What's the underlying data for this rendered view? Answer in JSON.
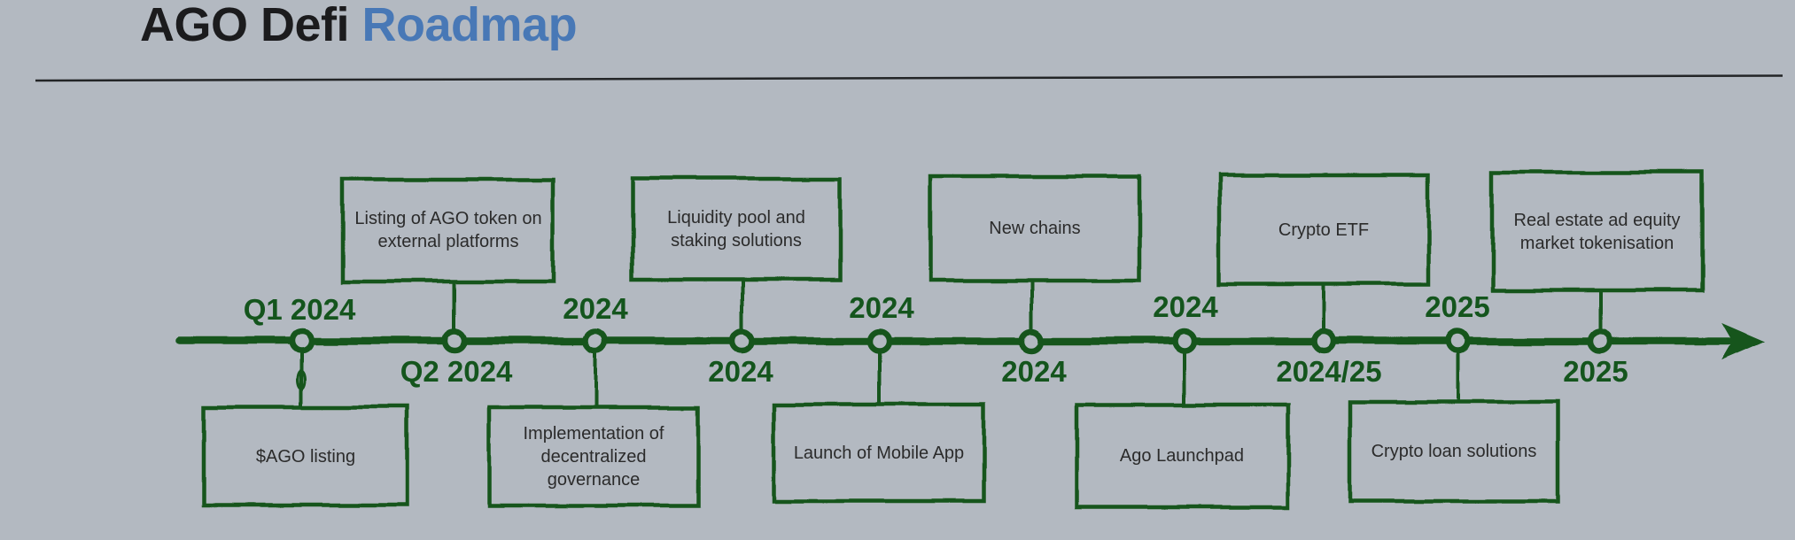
{
  "title": {
    "main": "AGO Defi",
    "accent": "Roadmap"
  },
  "colors": {
    "background": "#b3b9c1",
    "green": "#14551d",
    "accent-blue": "#4878b6",
    "text-dark": "#2b2b2b",
    "rule": "#232527"
  },
  "timeline": {
    "milestones": [
      {
        "period": "Q1 2024",
        "period_side": "above",
        "item": "$AGO listing",
        "item_side": "below"
      },
      {
        "period": "Q2 2024",
        "period_side": "below",
        "item": "Listing of AGO token on external platforms",
        "item_side": "above"
      },
      {
        "period": "2024",
        "period_side": "above",
        "item": "Implementation of decentralized governance",
        "item_side": "below"
      },
      {
        "period": "2024",
        "period_side": "below",
        "item": "Liquidity pool and staking solutions",
        "item_side": "above"
      },
      {
        "period": "2024",
        "period_side": "above",
        "item": "Launch of Mobile App",
        "item_side": "below"
      },
      {
        "period": "2024",
        "period_side": "below",
        "item": "New chains",
        "item_side": "above"
      },
      {
        "period": "2024",
        "period_side": "above",
        "item": "Ago Launchpad",
        "item_side": "below"
      },
      {
        "period": "2024/25",
        "period_side": "below",
        "item": "Crypto ETF",
        "item_side": "above"
      },
      {
        "period": "2025",
        "period_side": "above",
        "item": "Crypto loan solutions",
        "item_side": "below"
      },
      {
        "period": "2025",
        "period_side": "below",
        "item": "Real estate ad equity market tokenisation",
        "item_side": "above"
      }
    ]
  }
}
